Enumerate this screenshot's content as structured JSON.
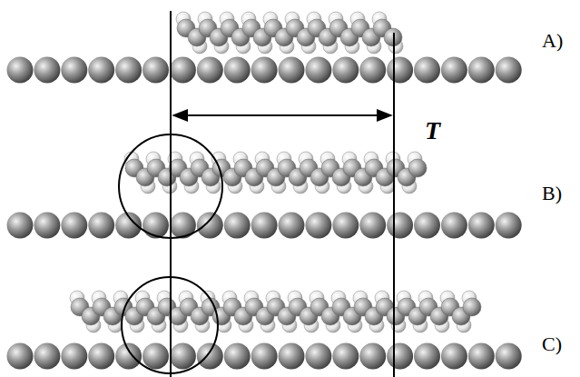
{
  "diagram": {
    "labels": [
      "A)",
      "B)",
      "C)",
      "T"
    ]
  }
}
